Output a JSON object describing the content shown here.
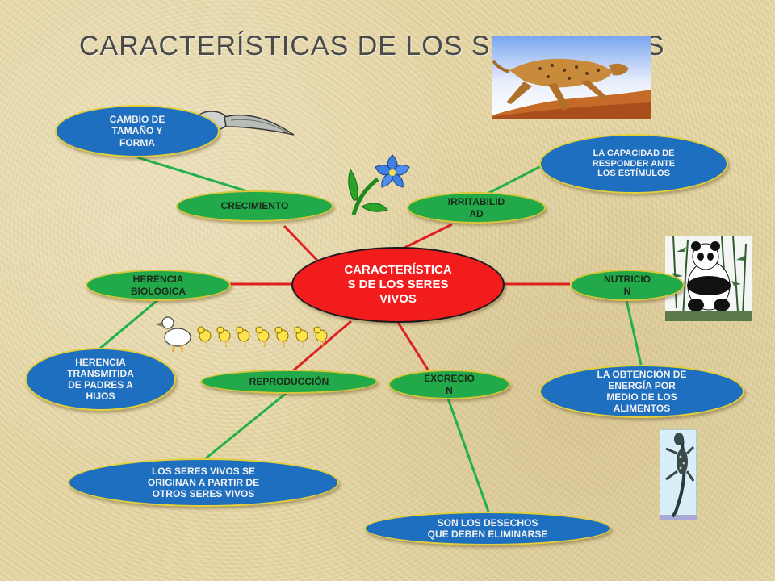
{
  "title": "CARACTERÍSTICAS DE LOS SERES VIVOS",
  "center_label": "CARACTERÍSTICA\nS DE LOS SERES\nVIVOS",
  "nodes": {
    "crecimiento": "CRECIMIENTO",
    "irritabilidad": "IRRITABILID\nAD",
    "herencia": "HERENCIA\nBIOLÓGICA",
    "nutricion": "NUTRICIÓ\nN",
    "reproduccion": "REPRODUCCIÓN",
    "excrecion": "EXCRECIÓ\nN"
  },
  "descriptions": {
    "cambio": "CAMBIO DE\nTAMAÑO Y\nFORMA",
    "capacidad": "LA CAPACIDAD DE\nRESPONDER ANTE\nLOS ESTÍMULOS",
    "herencia_transmitida": "HERENCIA\nTRANSMITIDA\nDE PADRES A\nHIJOS",
    "obtencion": "LA OBTENCIÓN DE\nENERGÍA POR\nMEDIO DE LOS\nALIMENTOS",
    "originan": "LOS SERES VIVOS SE\nORIGINAN A PARTIR DE\nOTROS SERES VIVOS",
    "desechos": "SON LOS DESECHOS\nQUE DEBEN ELIMINARSE"
  },
  "colors": {
    "center": "#f21c1c",
    "category": "#21a94a",
    "description": "#1f6fc0",
    "red_connector": "#e02020",
    "green_connector": "#22b04a"
  },
  "icons": [
    "cheetah-image",
    "tadpole-image",
    "flower-image",
    "panda-image",
    "ducks-image",
    "lizard-image"
  ]
}
